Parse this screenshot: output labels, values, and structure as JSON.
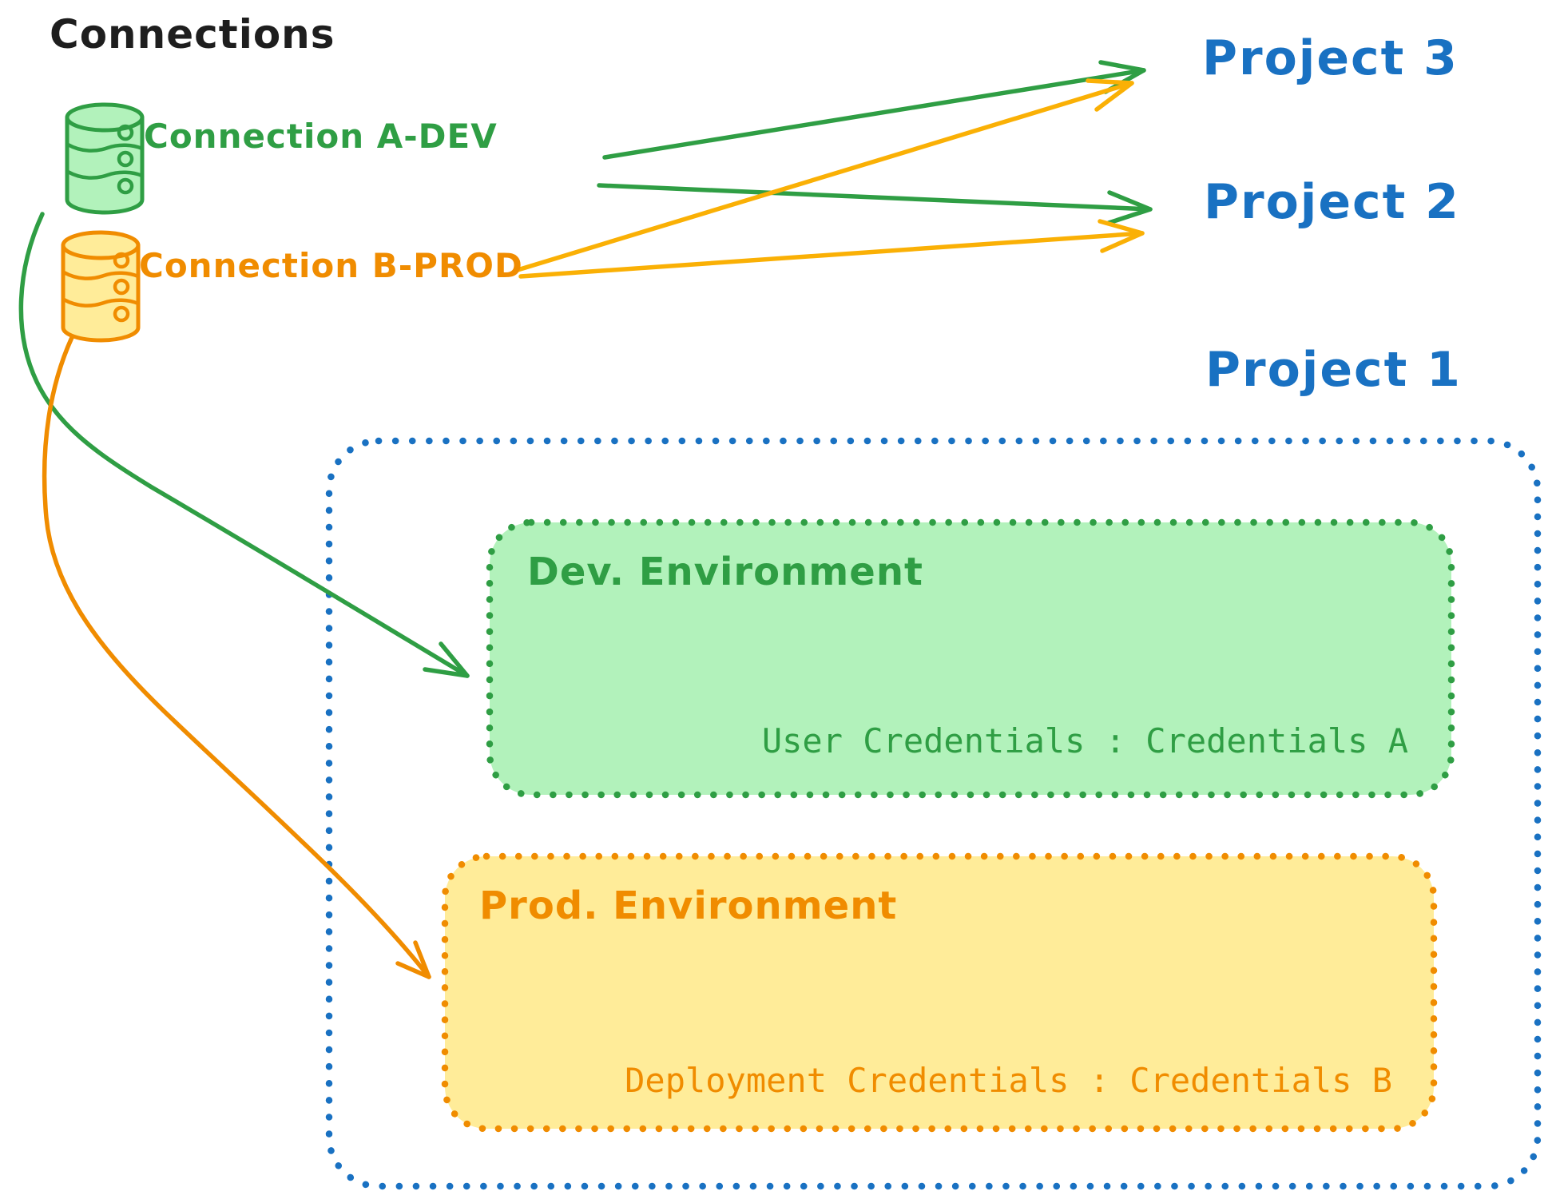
{
  "title": "Connections",
  "colors": {
    "black": "#1e1e1e",
    "blue": "#1971c2",
    "green": "#2f9e44",
    "green_fill": "#b2f2bb",
    "orange": "#f08c00",
    "orange_fill": "#ffec99",
    "yellow_arrow": "#fab005",
    "bg": "#ffffff"
  },
  "connections": [
    {
      "id": "a-dev",
      "label": "Connection A-DEV",
      "icon": "database-icon",
      "color": "green"
    },
    {
      "id": "b-prod",
      "label": "Connection B-PROD",
      "icon": "database-icon",
      "color": "orange"
    }
  ],
  "projects": [
    {
      "label": "Project 3"
    },
    {
      "label": "Project 2"
    },
    {
      "label": "Project 1"
    }
  ],
  "project1": {
    "dev_environment": {
      "title": "Dev. Environment",
      "credentials": "User Credentials : Credentials A"
    },
    "prod_environment": {
      "title": "Prod. Environment",
      "credentials": "Deployment Credentials : Credentials B"
    }
  },
  "edges": [
    {
      "from": "Connection A-DEV",
      "to": "Project 3"
    },
    {
      "from": "Connection A-DEV",
      "to": "Project 2"
    },
    {
      "from": "Connection B-PROD",
      "to": "Project 3"
    },
    {
      "from": "Connection B-PROD",
      "to": "Project 2"
    },
    {
      "from": "Connection A-DEV",
      "to": "Dev. Environment"
    },
    {
      "from": "Connection B-PROD",
      "to": "Prod. Environment"
    }
  ]
}
